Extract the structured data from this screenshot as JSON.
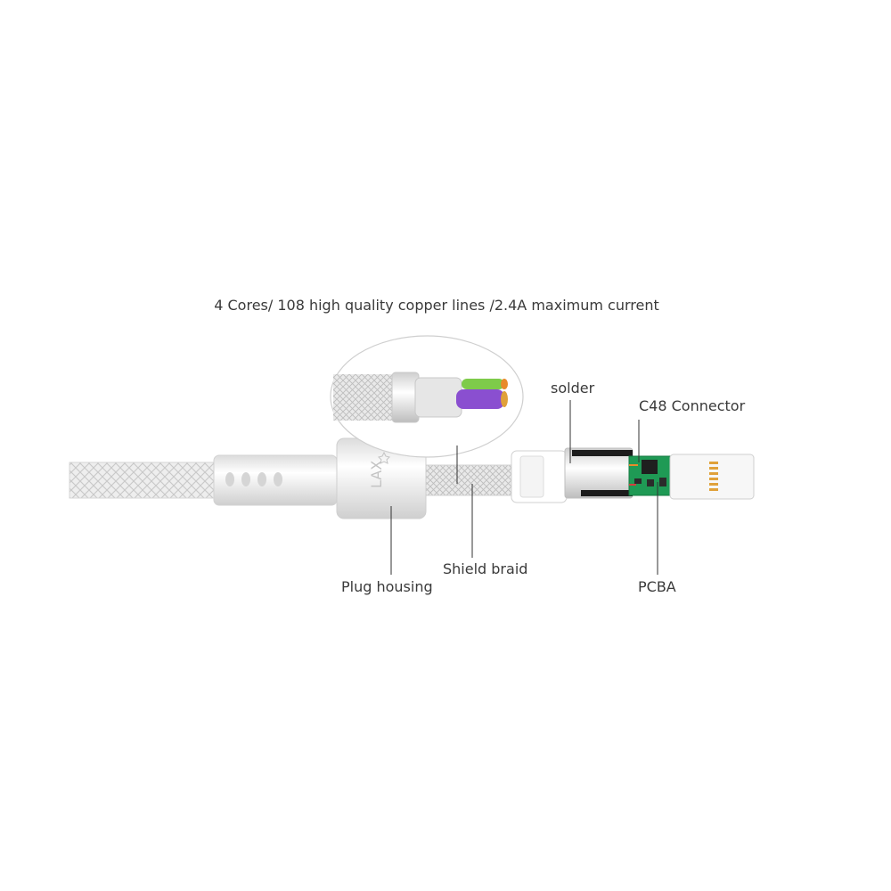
{
  "headline": "4 Cores/ 108 high quality copper lines /2.4A maximum current",
  "labels": {
    "solder": "solder",
    "connector": "C48 Connector",
    "shield_braid": "Shield braid",
    "plug_housing": "Plug housing",
    "pcba": "PCBA"
  },
  "brand_logo": "LAX",
  "colors": {
    "background": "#ffffff",
    "cable_white": "#f2f2f2",
    "leader_line": "#333333",
    "pcb_green": "#1f9a55",
    "contact_gold": "#e0a13a",
    "core_green": "#7ecb4a",
    "core_purple": "#8a4fd0",
    "core_orange": "#e88a2a"
  }
}
